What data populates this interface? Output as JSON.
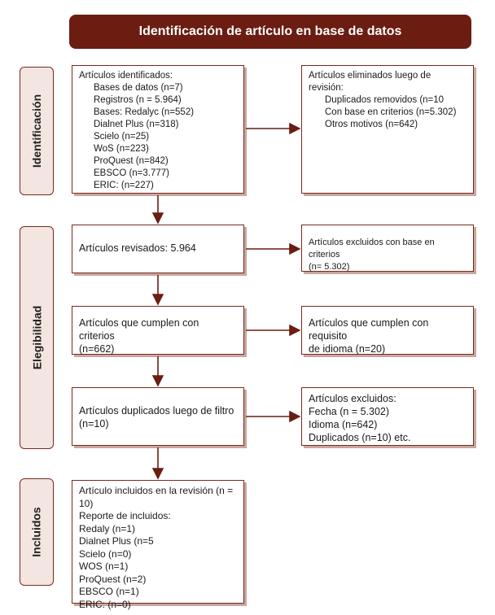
{
  "header": {
    "title": "Identificación de artículo en base de datos"
  },
  "phases": {
    "identificacion": "Identificación",
    "elegibilidad": "Elegibilidad",
    "incluidos": "Incluidos"
  },
  "identified": {
    "title": "Artículos identificados:",
    "items": [
      "Bases de datos (n=7)",
      "Registros (n = 5.964)",
      "Bases: Redalyc (n=552)",
      "Dialnet Plus (n=318)",
      "Scielo (n=25)",
      "WoS (n=223)",
      "ProQuest (n=842)",
      "EBSCO (n=3.777)",
      "ERIC: (n=227)"
    ]
  },
  "removed": {
    "title": "Artículos eliminados luego de revisión:",
    "items": [
      "Duplicados removidos (n=10",
      "Con base en criterios (n=5.302)",
      "Otros motivos (n=642)"
    ]
  },
  "reviewed": {
    "text": "Artículos revisados: 5.964"
  },
  "excluded_criteria": {
    "line1": "Artículos excluidos con base en criterios",
    "line2": "(n= 5.302)"
  },
  "meet_criteria": {
    "line1": "Artículos que cumplen con criterios",
    "line2": "(n=662)"
  },
  "language": {
    "line1": "Artículos que cumplen con requisito",
    "line2": "de idioma (n=20)"
  },
  "duplicated": {
    "line1": "Artículos duplicados luego de filtro",
    "line2": "(n=10)"
  },
  "excluded": {
    "title": "Artículos excluidos:",
    "items": [
      "Fecha (n = 5.302)",
      "Idioma (n=642)",
      "Duplicados (n=10) etc."
    ]
  },
  "included": {
    "title": "Artículo incluidos en la revisión (n = 10)",
    "subtitle": "Reporte de incluidos:",
    "items": [
      "Redaly (n=1)",
      "Dialnet Plus (n=5",
      "Scielo (n=0)",
      "WOS (n=1)",
      "ProQuest (n=2)",
      "EBSCO (n=1)",
      "ERIC: (n=0)"
    ]
  },
  "colors": {
    "header": "#6b1d12",
    "border": "#7a2a1c",
    "phase_fill": "#f3e5df",
    "shadow": "#c7a79f"
  }
}
